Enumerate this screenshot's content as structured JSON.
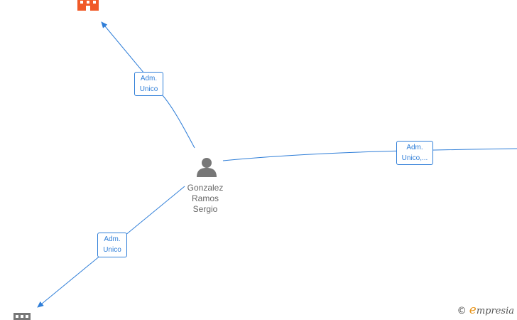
{
  "person": {
    "name_lines": [
      "Gonzalez",
      "Ramos",
      "Sergio"
    ],
    "icon": "person-icon",
    "icon_color": "#777777"
  },
  "companies": [
    {
      "icon": "building-icon",
      "color": "#f05a28",
      "position_hint": "top"
    },
    {
      "icon": "building-icon",
      "color": "#777777",
      "position_hint": "bottom-left"
    }
  ],
  "edges": [
    {
      "label_lines": [
        "Adm.",
        "Unico"
      ],
      "target": "top-company"
    },
    {
      "label_lines": [
        "Adm.",
        "Unico,..."
      ],
      "target": "right-offscreen"
    },
    {
      "label_lines": [
        "Adm.",
        "Unico"
      ],
      "target": "bottom-left-company"
    }
  ],
  "edge_color": "#2f7ed8",
  "watermark": {
    "symbol": "©",
    "initial": "e",
    "rest": "mpresia"
  }
}
